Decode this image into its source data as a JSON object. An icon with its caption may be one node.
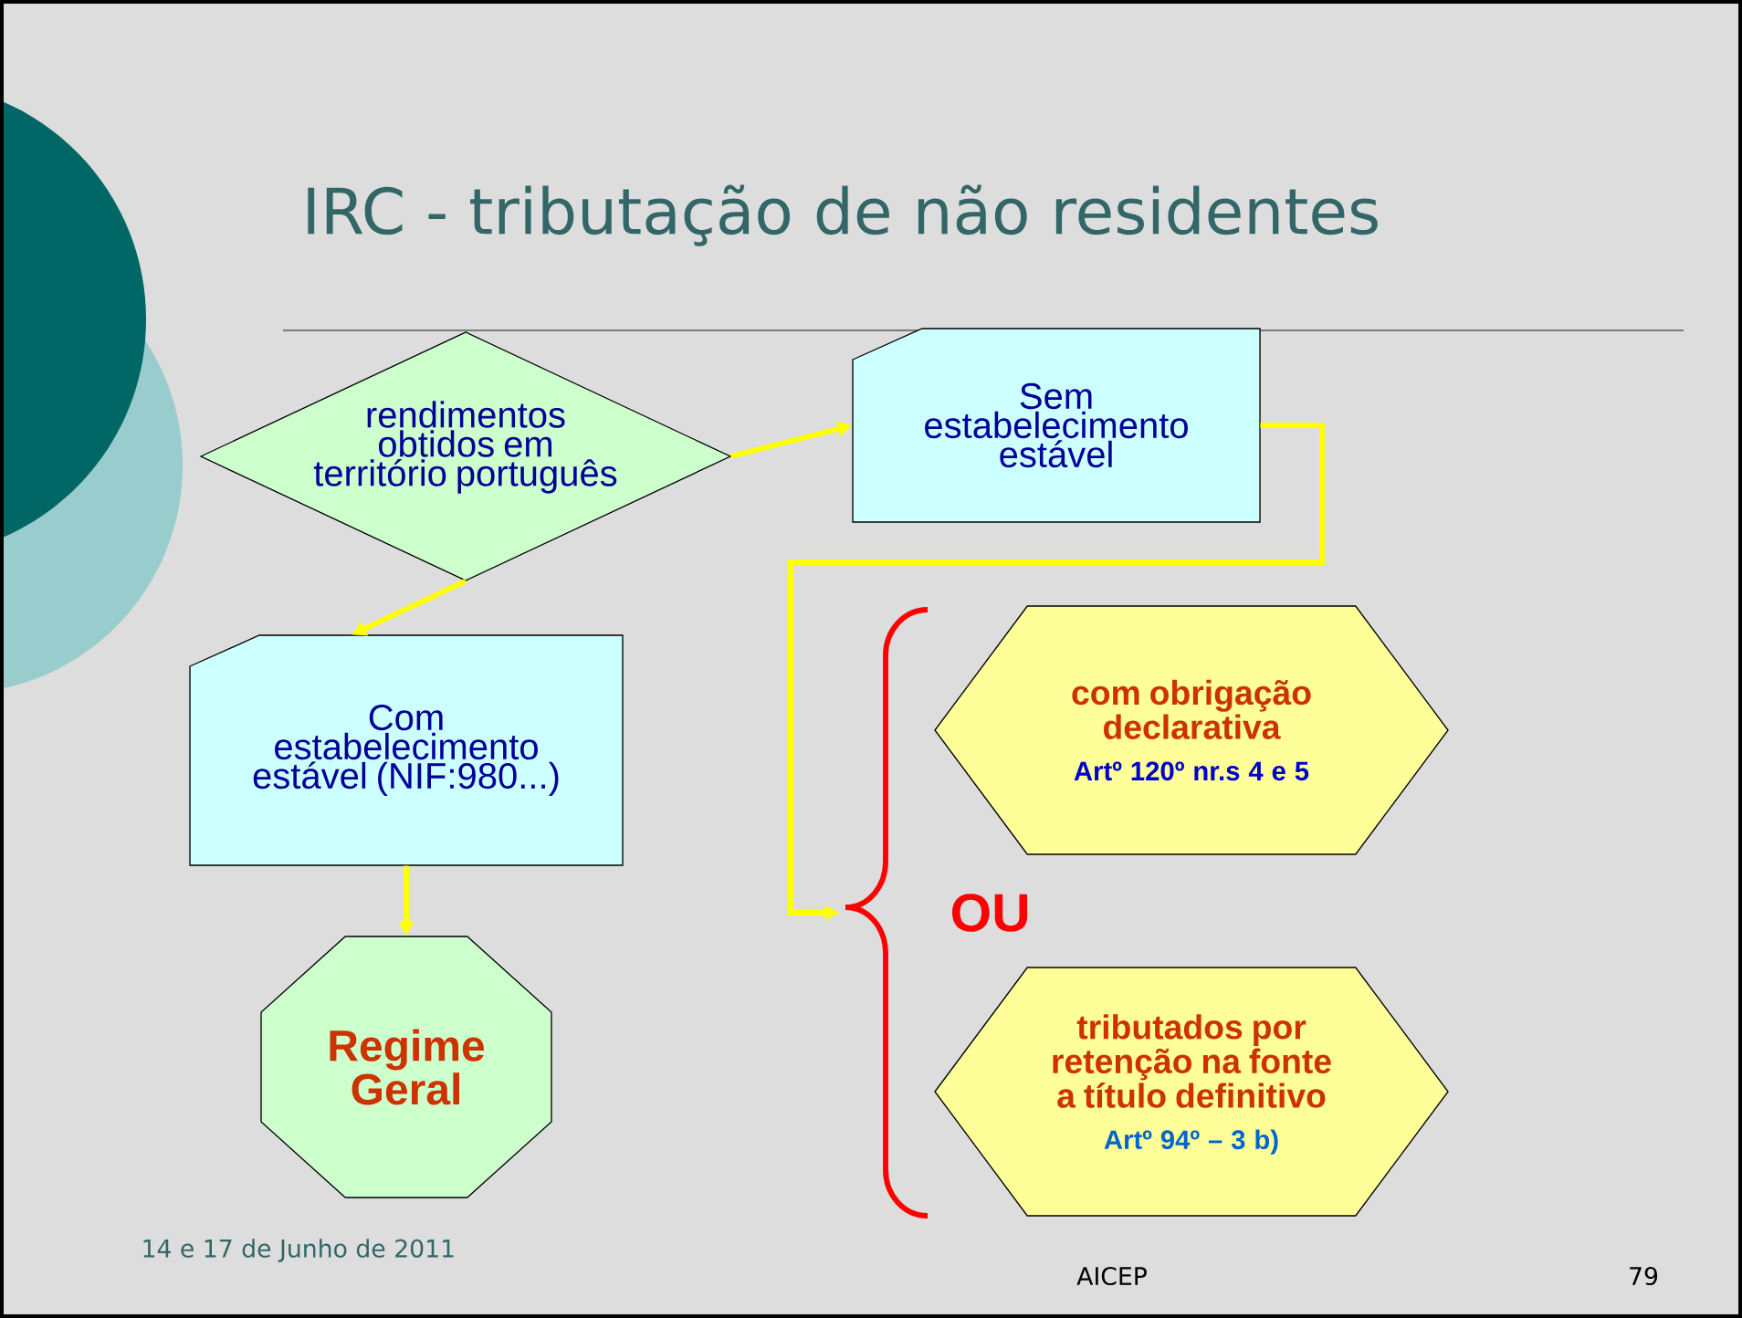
{
  "diagram": {
    "title": "IRC - tributação de não residentes",
    "nodes": [
      {
        "text": [
          "rendimentos obtidos em território português"
        ]
      },
      {
        "text": [
          "Sem estabelecimento estável"
        ]
      },
      {
        "text": [
          "Com estabelecimento estável (NIF:980...)"
        ]
      },
      {
        "text": [
          "Regime Geral"
        ]
      },
      {
        "text": [],
        "shape": "brace",
        "beside": [
          "OU"
        ]
      },
      {
        "text": [
          "com obrigação declarativa",
          "Artº 120º nr.s 4 e 5"
        ]
      },
      {
        "text": [
          "tributados por retenção na fonte a título definitivo",
          "Artº 94º – 3 b)"
        ]
      }
    ],
    "edges": [
      {
        "from": 0,
        "to": 1,
        "arrow": "to"
      },
      {
        "from": 0,
        "to": 2,
        "arrow": "to"
      },
      {
        "from": 2,
        "to": 3,
        "arrow": "to"
      },
      {
        "from": 1,
        "to": 4,
        "arrow": "to"
      }
    ],
    "labels": [
      "14 e 17 de Junho de 2011",
      "AICEP",
      "79"
    ]
  }
}
